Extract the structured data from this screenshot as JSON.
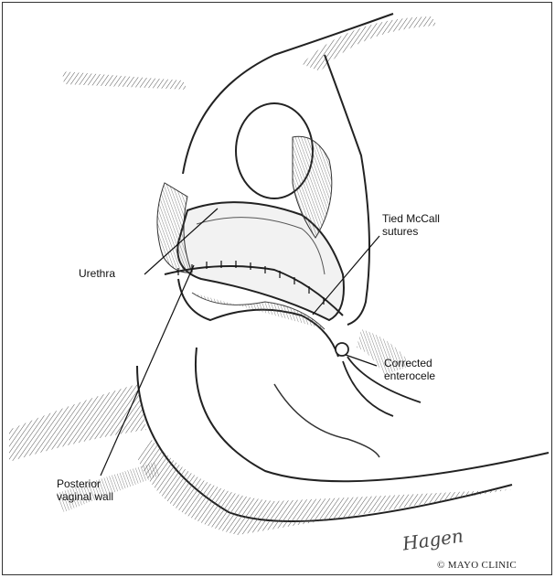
{
  "labels": {
    "tied_mccall_line1": "Tied McCall",
    "tied_mccall_line2": "sutures",
    "urethra": "Urethra",
    "corrected_line1": "Corrected",
    "corrected_line2": "enterocele",
    "posterior_line1": "Posterior",
    "posterior_line2": "vaginal wall"
  },
  "signature": "Hagen",
  "copyright": "© MAYO CLINIC"
}
